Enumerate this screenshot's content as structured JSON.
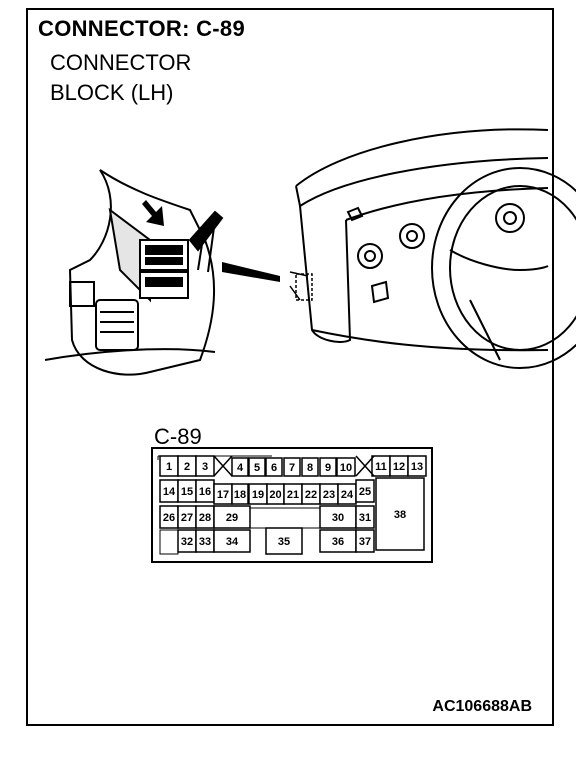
{
  "title": "CONNECTOR: C-89",
  "subtitle_line1": "CONNECTOR",
  "subtitle_line2": "BLOCK (LH)",
  "connector_label": "C-89",
  "figure_code": "AC106688AB",
  "pins": [
    "1",
    "2",
    "3",
    "4",
    "5",
    "6",
    "7",
    "8",
    "9",
    "10",
    "11",
    "12",
    "13",
    "14",
    "15",
    "16",
    "17",
    "18",
    "19",
    "20",
    "21",
    "22",
    "23",
    "24",
    "25",
    "26",
    "27",
    "28",
    "29",
    "30",
    "31",
    "32",
    "33",
    "34",
    "35",
    "36",
    "37",
    "38"
  ]
}
